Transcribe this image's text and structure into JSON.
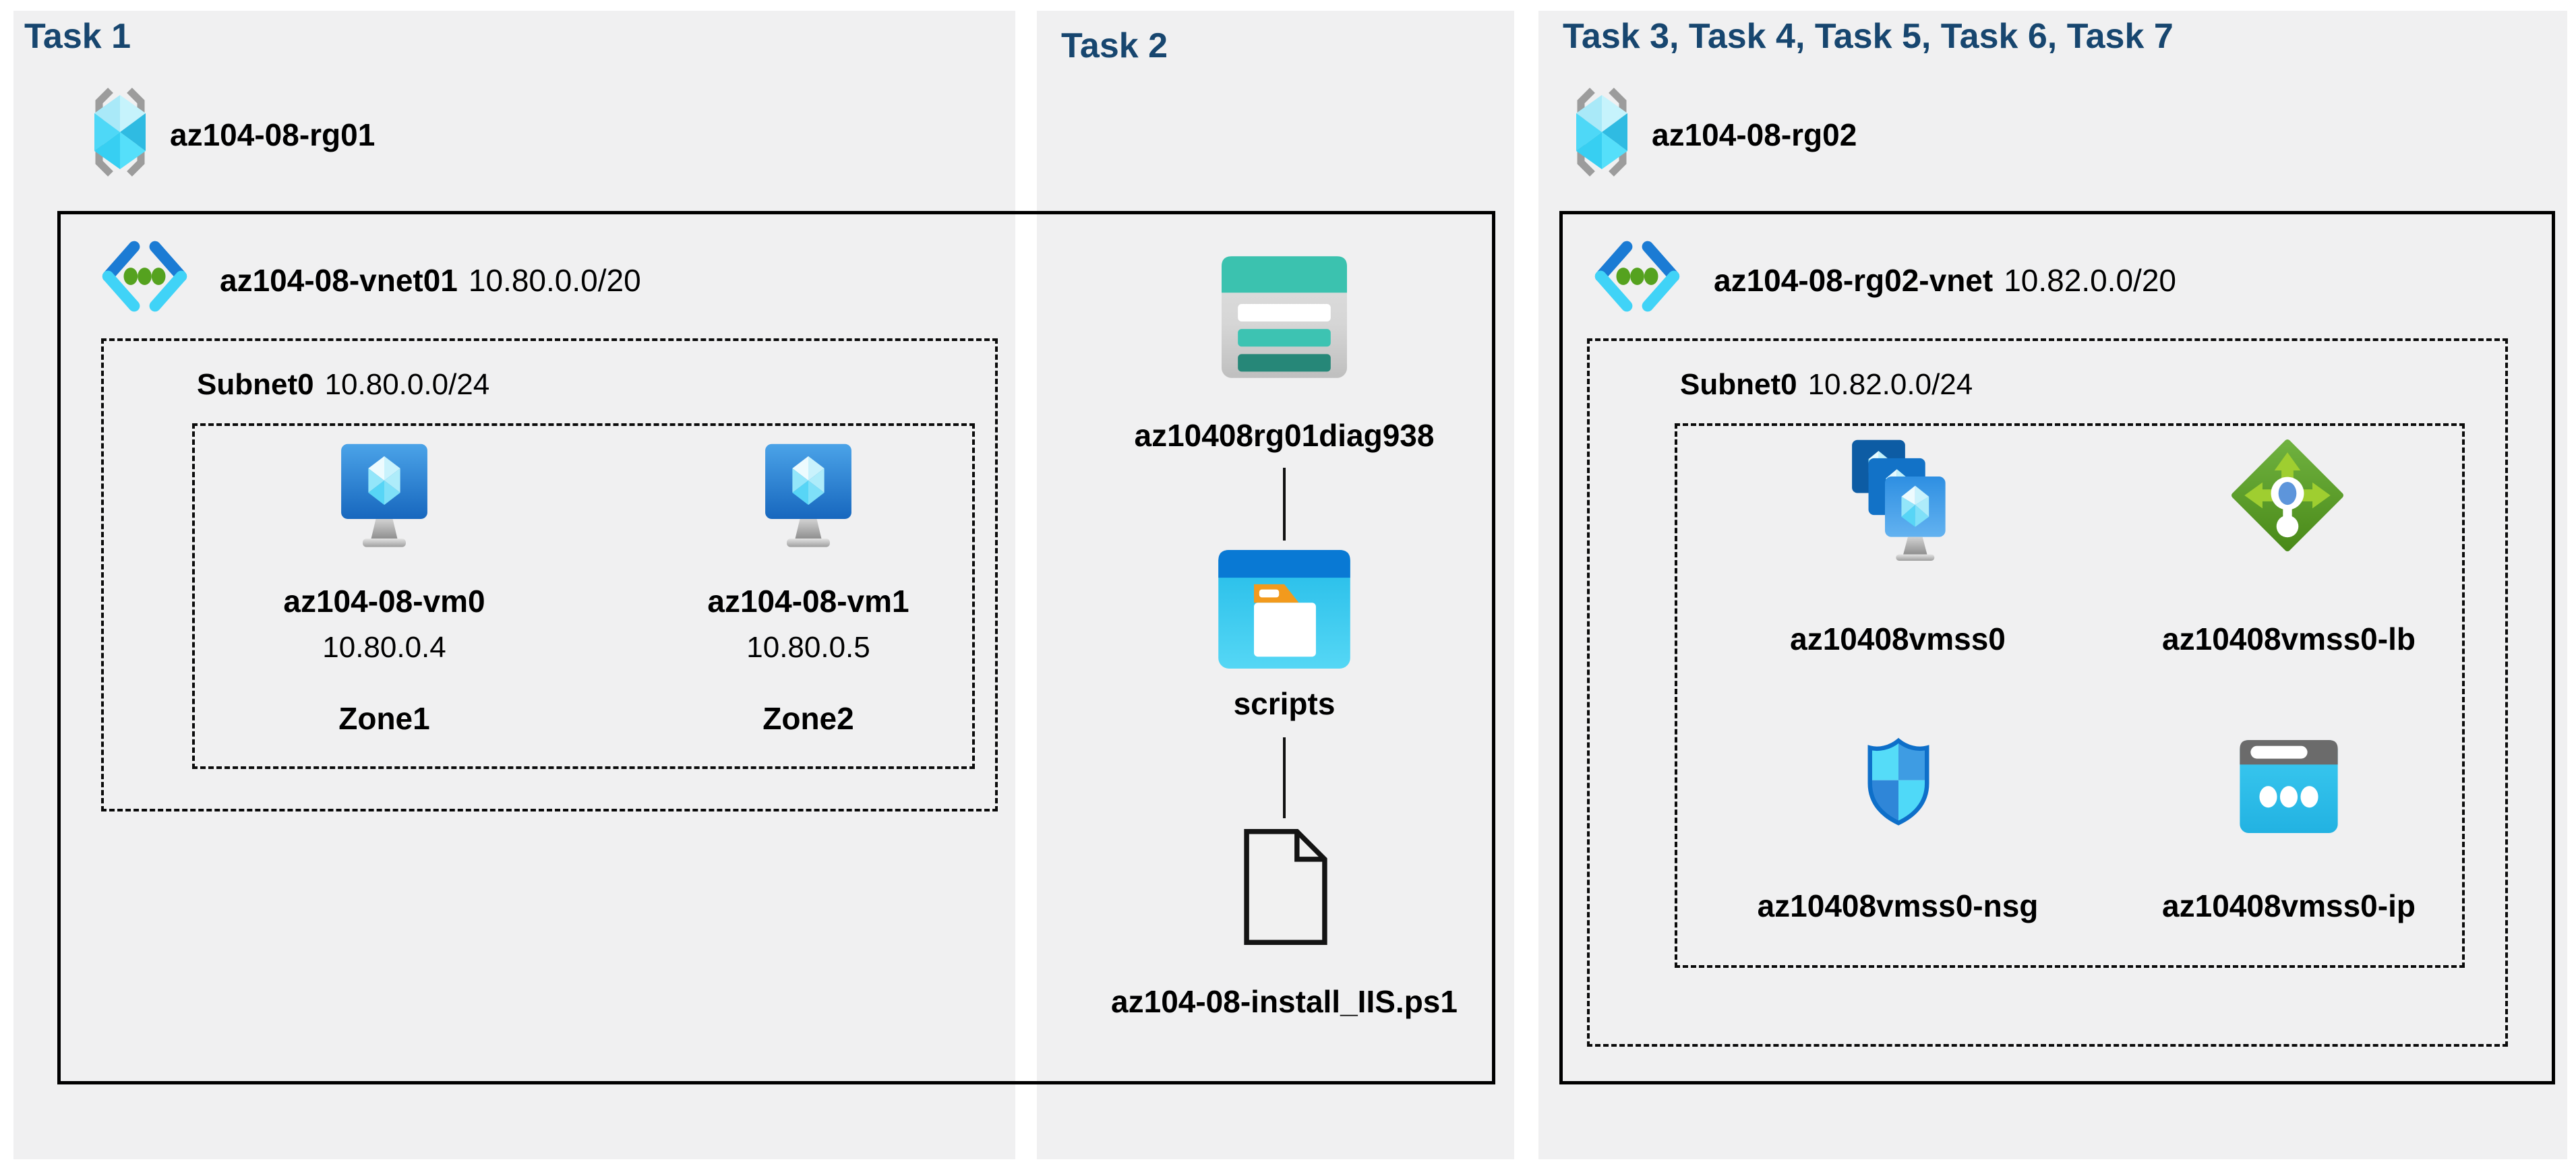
{
  "colors": {
    "page_bg": "#ffffff",
    "panel_bg": "#f0f0f1",
    "title_color": "#17466F",
    "text_color": "#000000",
    "line_color": "#000000",
    "teal": "#3BC2AF",
    "teal_dark": "#268778",
    "vnet_blue": "#1B7BD4",
    "vnet_cyan": "#40D3F7",
    "vnet_green": "#55A21F",
    "lb_green": "#61A42E",
    "arrow_green": "#9FCE30",
    "folder_orange": "#F29A1D",
    "shield_blue": "#0E6FC9"
  },
  "task1": {
    "title": "Task 1",
    "rg_name": "az104-08-rg01",
    "vnet_name": "az104-08-vnet01",
    "vnet_cidr": "10.80.0.0/20",
    "subnet_name": "Subnet0",
    "subnet_cidr": "10.80.0.0/24",
    "vm0": {
      "name": "az104-08-vm0",
      "ip": "10.80.0.4",
      "zone": "Zone1"
    },
    "vm1": {
      "name": "az104-08-vm1",
      "ip": "10.80.0.5",
      "zone": "Zone2"
    }
  },
  "task2": {
    "title": "Task 2",
    "storage_account": "az10408rg01diag938",
    "container": "scripts",
    "script_file": "az104-08-install_IIS.ps1"
  },
  "task3to7": {
    "title": "Task 3, Task 4, Task 5, Task 6, Task 7",
    "rg_name": "az104-08-rg02",
    "vnet_name": "az104-08-rg02-vnet",
    "vnet_cidr": "10.82.0.0/20",
    "subnet_name": "Subnet0",
    "subnet_cidr": "10.82.0.0/24",
    "vmss_name": "az10408vmss0",
    "lb_name": "az10408vmss0-lb",
    "nsg_name": "az10408vmss0-nsg",
    "ip_name": "az10408vmss0-ip"
  }
}
